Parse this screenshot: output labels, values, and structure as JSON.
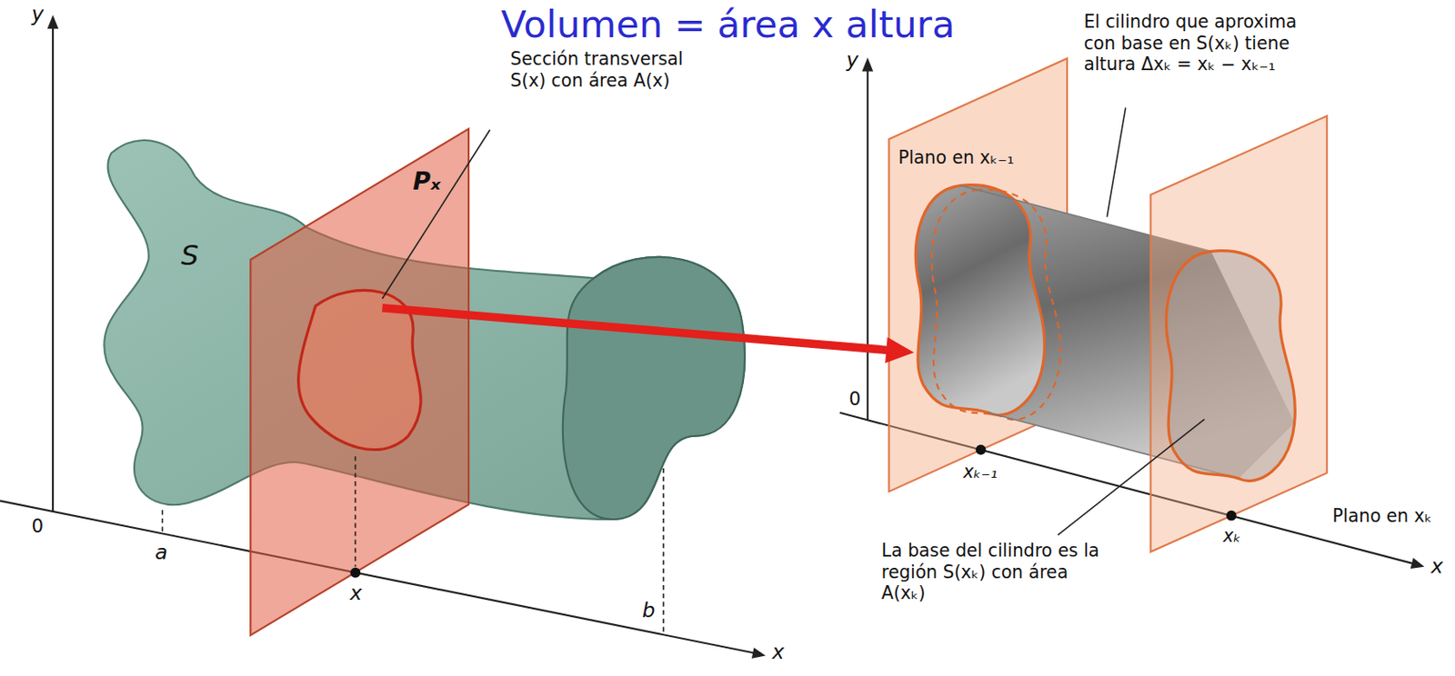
{
  "diagram": {
    "title": "Volumen = área x altura",
    "labels": [
      "y",
      "Sección transversal S(x) con área A(x)",
      "Pₓ",
      "S",
      "0",
      "a",
      "x",
      "b",
      "x",
      "y",
      "Plano en xₖ₋₁",
      "El cilindro que aproxima con base en S(xₖ) tiene altura Δxₖ = xₖ − xₖ₋₁",
      "0",
      "xₖ₋₁",
      "xₖ",
      "Plano en xₖ",
      "x",
      "La base del cilindro es la región S(xₖ) con área A(xₖ)"
    ]
  }
}
